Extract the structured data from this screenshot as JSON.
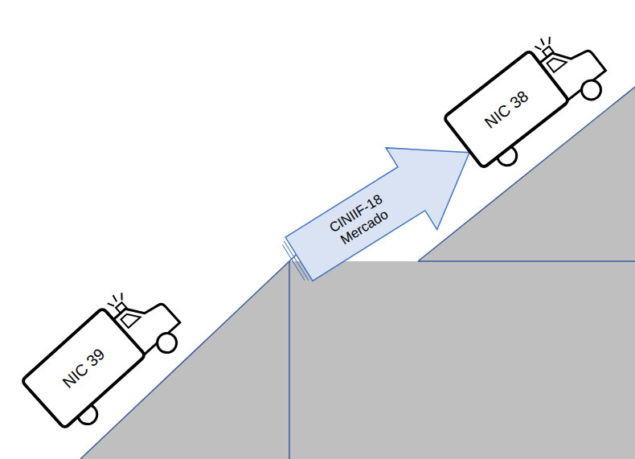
{
  "diagram": {
    "nodes": [
      {
        "text": [
          "NIC 39"
        ]
      },
      {
        "text": [
          "CINIIF-18 Mercado"
        ]
      },
      {
        "text": [
          "NIC 38"
        ]
      }
    ]
  }
}
